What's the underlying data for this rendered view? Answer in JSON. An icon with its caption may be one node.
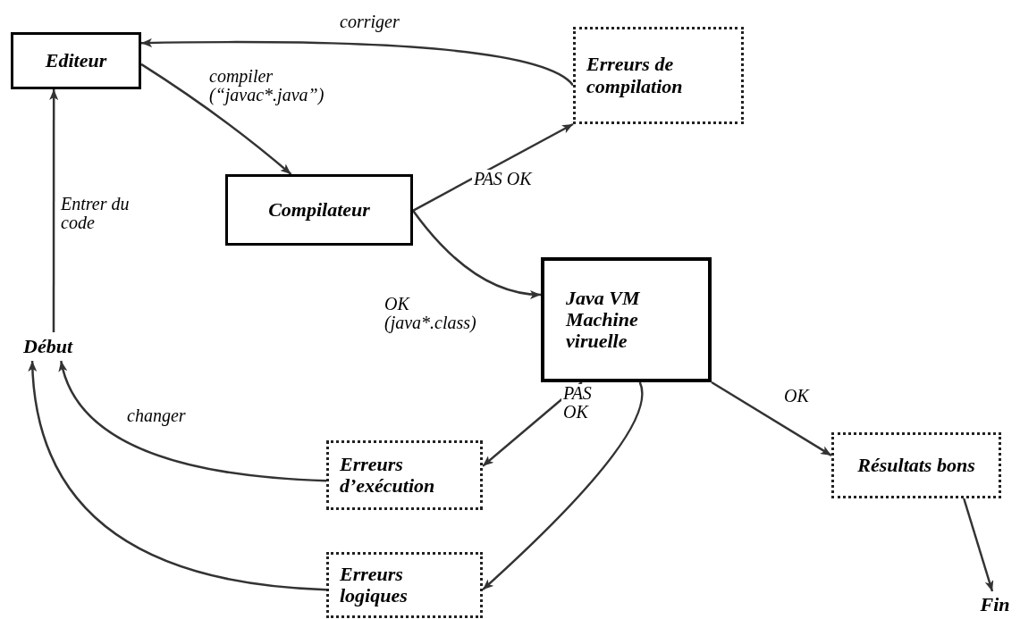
{
  "diagram": {
    "nodes": [
      {
        "text": [
          "Editeur"
        ]
      },
      {
        "text": [
          "Erreurs de compilation"
        ]
      },
      {
        "text": [
          "Compilateur"
        ]
      },
      {
        "text": [
          "Java VM Machine viruelle"
        ]
      },
      {
        "text": [
          "Début"
        ]
      },
      {
        "text": [
          "Erreurs d’exécution"
        ]
      },
      {
        "text": [
          "Résultats bons"
        ]
      },
      {
        "text": [
          "Erreurs logiques"
        ]
      },
      {
        "text": [
          "Fin"
        ]
      }
    ],
    "edges": [
      {
        "from": 0,
        "to": 2,
        "arrow": "to",
        "label": "compiler (“javac*.java”)"
      },
      {
        "from": 2,
        "to": 1,
        "arrow": "to",
        "label": "PAS OK"
      },
      {
        "from": 2,
        "to": 3,
        "arrow": "to",
        "label": "OK (java*.class)"
      },
      {
        "from": 1,
        "to": 0,
        "arrow": "to",
        "label": "corriger"
      },
      {
        "from": 4,
        "to": 0,
        "arrow": "to",
        "label": "Entrer du code"
      },
      {
        "from": 3,
        "to": 5,
        "arrow": "to",
        "label": "PAS OK"
      },
      {
        "from": 3,
        "to": 7,
        "arrow": "to"
      },
      {
        "from": 3,
        "to": 6,
        "arrow": "to",
        "label": "OK"
      },
      {
        "from": 5,
        "to": 4,
        "arrow": "to",
        "label": "changer"
      },
      {
        "from": 7,
        "to": 4,
        "arrow": "to"
      },
      {
        "from": 6,
        "to": 8,
        "arrow": "to"
      }
    ]
  }
}
